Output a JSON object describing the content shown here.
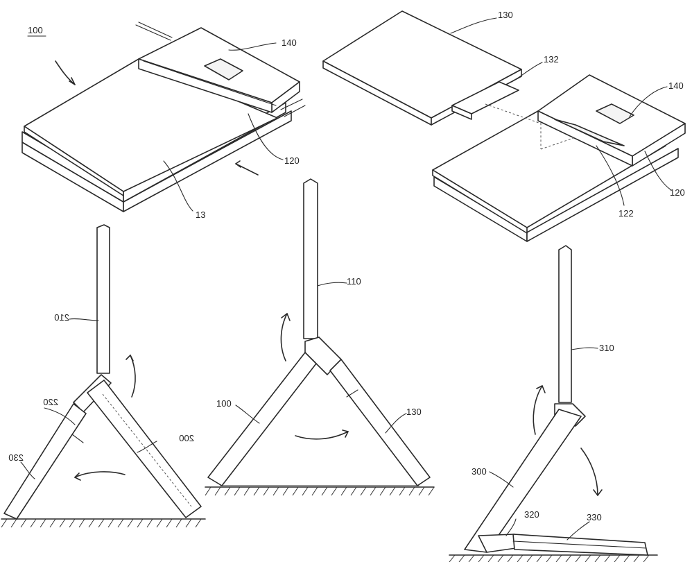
{
  "labels": {
    "ref_100": "100",
    "ref_140_a": "140",
    "ref_120_a": "120",
    "ref_13": "13",
    "ref_130_top": "130",
    "ref_132": "132",
    "ref_140_b": "140",
    "ref_122": "122",
    "ref_120_b": "120",
    "ref_210": "210",
    "ref_220": "220",
    "ref_200": "200",
    "ref_230": "230",
    "ref_110": "110",
    "ref_100_mid": "100",
    "ref_130_mid": "130",
    "ref_310": "310",
    "ref_300": "300",
    "ref_320": "320",
    "ref_330": "330"
  },
  "colors": {
    "stroke": "#2a2a2a",
    "background": "#ffffff"
  }
}
